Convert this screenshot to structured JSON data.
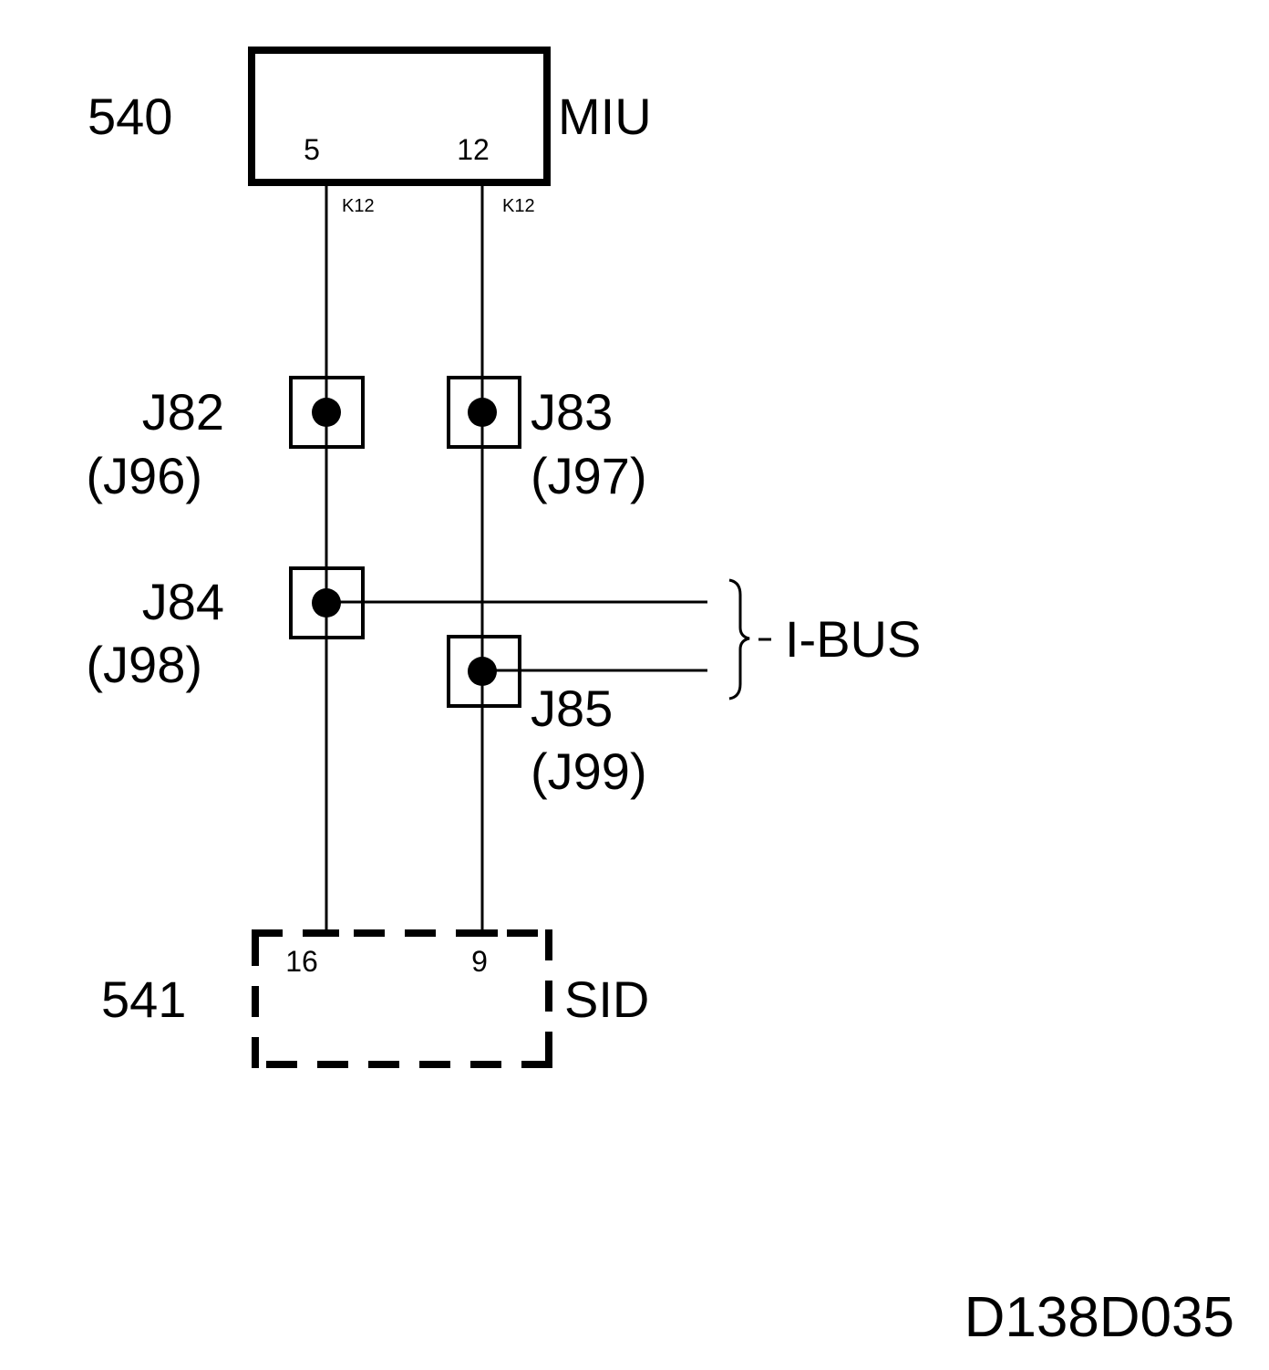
{
  "components": {
    "miu": {
      "ref": "540",
      "name": "MIU",
      "pins": [
        "5",
        "12"
      ]
    },
    "sid": {
      "ref": "541",
      "name": "SID",
      "pins": [
        "16",
        "9"
      ]
    }
  },
  "wires": [
    {
      "label": "K12"
    },
    {
      "label": "K12"
    }
  ],
  "connectors": [
    {
      "id": "J82",
      "alt": "(J96)"
    },
    {
      "id": "J83",
      "alt": "(J97)"
    },
    {
      "id": "J84",
      "alt": "(J98)"
    },
    {
      "id": "J85",
      "alt": "(J99)"
    }
  ],
  "bus": {
    "label": "I-BUS"
  },
  "drawing_id": "D138D035"
}
